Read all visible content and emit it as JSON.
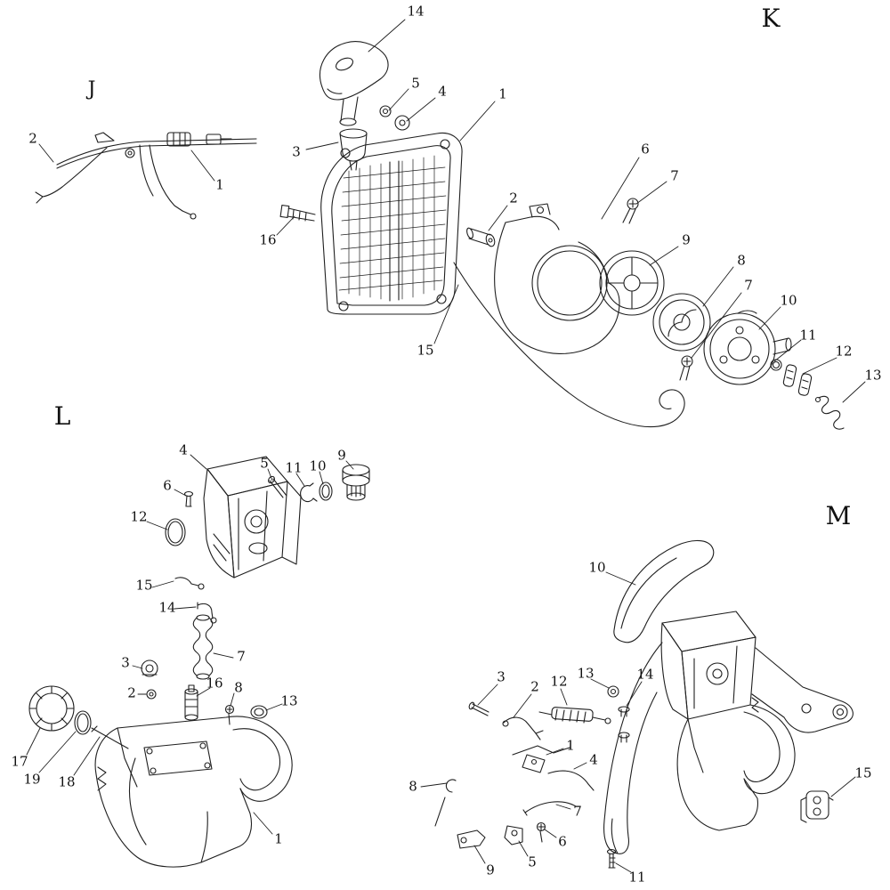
{
  "colors": {
    "line": "#1f1f1f",
    "background": "#ffffff"
  },
  "sections": {
    "J": {
      "label": "J",
      "callouts": [
        {
          "n": "2"
        },
        {
          "n": "1"
        }
      ]
    },
    "K": {
      "label": "K",
      "callouts": [
        {
          "n": "14"
        },
        {
          "n": "5"
        },
        {
          "n": "4"
        },
        {
          "n": "1"
        },
        {
          "n": "3"
        },
        {
          "n": "6"
        },
        {
          "n": "7"
        },
        {
          "n": "2"
        },
        {
          "n": "16"
        },
        {
          "n": "9"
        },
        {
          "n": "8"
        },
        {
          "n": "7"
        },
        {
          "n": "10"
        },
        {
          "n": "15"
        },
        {
          "n": "11"
        },
        {
          "n": "12"
        },
        {
          "n": "13"
        }
      ]
    },
    "L": {
      "label": "L",
      "callouts": [
        {
          "n": "4"
        },
        {
          "n": "6"
        },
        {
          "n": "5"
        },
        {
          "n": "11"
        },
        {
          "n": "10"
        },
        {
          "n": "9"
        },
        {
          "n": "12"
        },
        {
          "n": "15"
        },
        {
          "n": "14"
        },
        {
          "n": "3"
        },
        {
          "n": "7"
        },
        {
          "n": "2"
        },
        {
          "n": "16"
        },
        {
          "n": "8"
        },
        {
          "n": "13"
        },
        {
          "n": "17"
        },
        {
          "n": "19"
        },
        {
          "n": "18"
        },
        {
          "n": "1"
        }
      ]
    },
    "M": {
      "label": "M",
      "callouts": [
        {
          "n": "10"
        },
        {
          "n": "3"
        },
        {
          "n": "2"
        },
        {
          "n": "12"
        },
        {
          "n": "13"
        },
        {
          "n": "14"
        },
        {
          "n": "1"
        },
        {
          "n": "4"
        },
        {
          "n": "8"
        },
        {
          "n": "7"
        },
        {
          "n": "6"
        },
        {
          "n": "5"
        },
        {
          "n": "9"
        },
        {
          "n": "15"
        },
        {
          "n": "11"
        }
      ]
    }
  }
}
